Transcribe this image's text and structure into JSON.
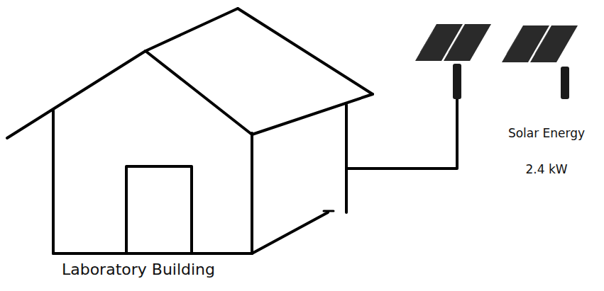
{
  "diagram": {
    "nodes": [
      {
        "text": [
          "Laboratory Building"
        ]
      },
      {
        "text": [
          "Solar Energy",
          "2.4 kW"
        ]
      }
    ],
    "edges": [
      {
        "from": 0,
        "to": 1,
        "arrow": "none"
      }
    ]
  }
}
